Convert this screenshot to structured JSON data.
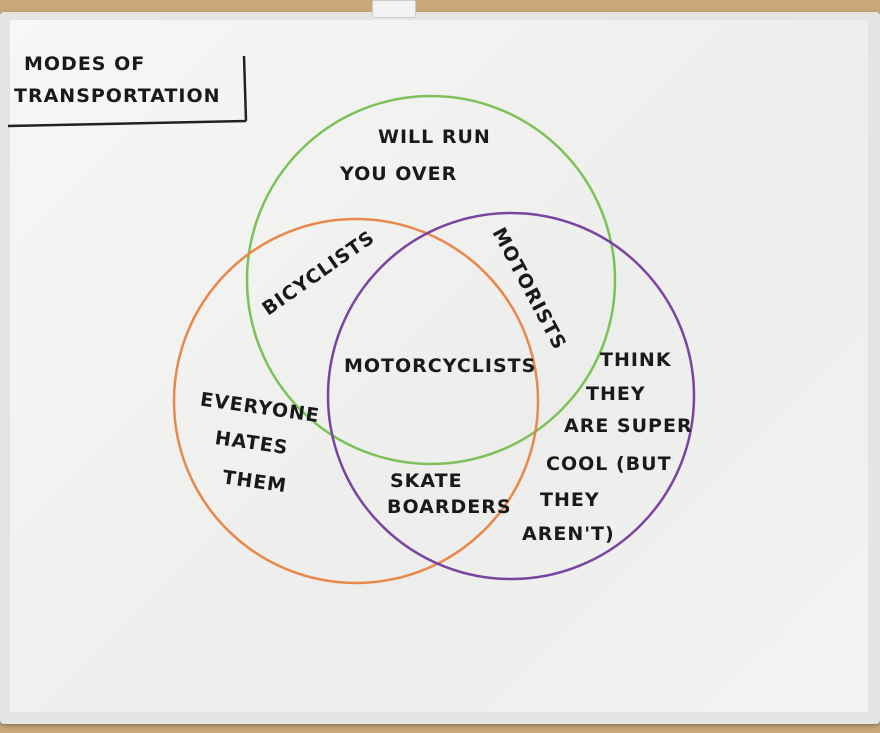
{
  "title": {
    "line1": "MODES OF",
    "line2": "TRANSPORTATION"
  },
  "circles": [
    {
      "label_line1": "WILL RUN",
      "label_line2": "YOU OVER",
      "color": "#7cc25a"
    },
    {
      "label_line1": "EVERYONE",
      "label_line2": "HATES",
      "label_line3": "THEM",
      "color": "#e8884a"
    },
    {
      "label_line1": "THINK",
      "label_line2": "THEY",
      "label_line3": "ARE SUPER",
      "label_line4": "COOL (BUT",
      "label_line5": "THEY",
      "label_line6": "AREN'T)",
      "color": "#7a44a0"
    }
  ],
  "intersections": {
    "green_orange": "BICYCLISTS",
    "green_purple": "MOTORISTS",
    "orange_purple_line1": "SKATE",
    "orange_purple_line2": "BOARDERS",
    "all_three": "MOTORCYCLISTS"
  }
}
